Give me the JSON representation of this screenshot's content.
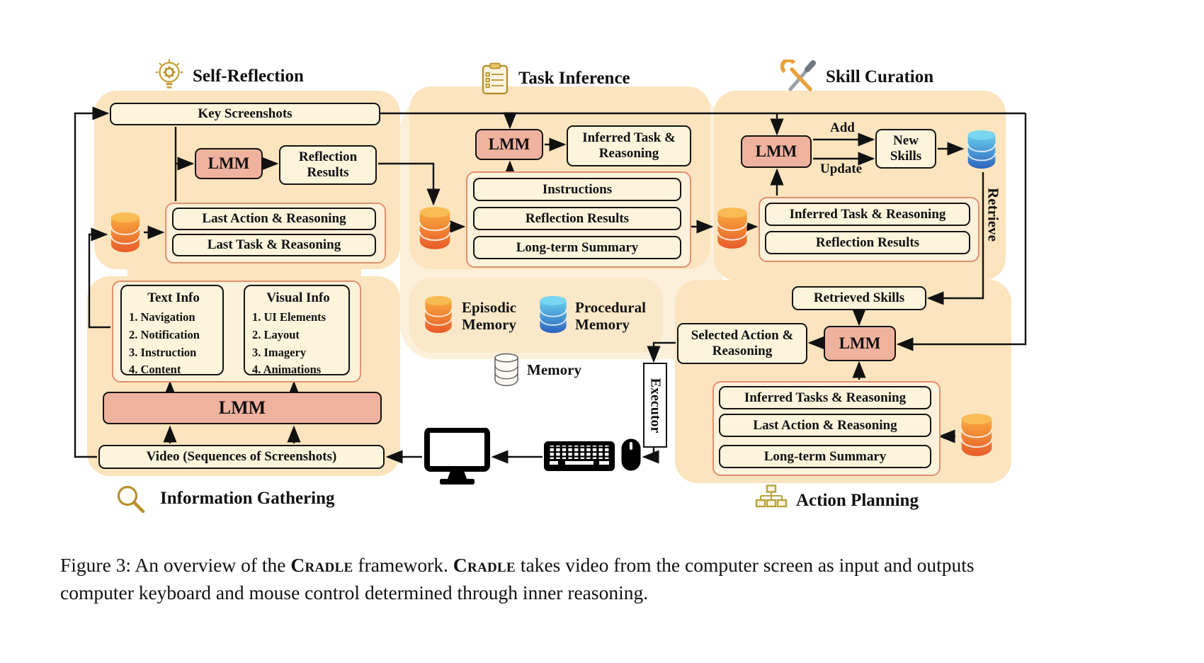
{
  "sr": {
    "title": "Self-Reflection",
    "key_screenshots": "Key Screenshots",
    "lmm": "LMM",
    "reflection_results": "Reflection Results",
    "last_action": "Last Action & Reasoning",
    "last_task": "Last Task & Reasoning"
  },
  "ti": {
    "title": "Task Inference",
    "lmm": "LMM",
    "inferred_task": "Inferred Task & Reasoning",
    "instructions": "Instructions",
    "reflection_results": "Reflection Results",
    "long_term_summary": "Long-term Summary"
  },
  "sc": {
    "title": "Skill Curation",
    "lmm": "LMM",
    "add": "Add",
    "update": "Update",
    "new_skills": "New Skills",
    "retrieve": "Retrieve",
    "inferred_task": "Inferred Task & Reasoning",
    "reflection_results": "Reflection Results"
  },
  "ig": {
    "title": "Information Gathering",
    "text_info_title": "Text Info",
    "text_info_items": [
      "1. Navigation",
      "2. Notification",
      "3. Instruction",
      "4. Content"
    ],
    "visual_info_title": "Visual Info",
    "visual_info_items": [
      "1. UI Elements",
      "2. Layout",
      "3. Imagery",
      "4. Animations"
    ],
    "lmm": "LMM",
    "video": "Video (Sequences of Screenshots)"
  },
  "ap": {
    "title": "Action Planning",
    "retrieved_skills": "Retrieved Skills",
    "selected_action": "Selected Action & Reasoning",
    "lmm": "LMM",
    "inferred_tasks": "Inferred Tasks & Reasoning",
    "last_action": "Last Action & Reasoning",
    "long_term_summary": "Long-term Summary"
  },
  "memory": {
    "episodic": "Episodic Memory",
    "procedural": "Procedural Memory",
    "generic": "Memory"
  },
  "executor": {
    "label": "Executor"
  },
  "caption": {
    "prefix": "Figure 3: An overview of the ",
    "brand1": "Cradle",
    "middle": " framework. ",
    "brand2": "Cradle",
    "suffix": " takes video from the computer screen as input and outputs computer keyboard and mouse control determined through inner reasoning."
  },
  "icons": {
    "self_reflection": "gear-lightbulb-icon",
    "task_inference": "clipboard-checklist-icon",
    "skill_curation": "crossed-tools-icon",
    "information_gathering": "magnifier-icon",
    "action_planning": "flowchart-icon",
    "episodic_memory": "orange-database-icon",
    "procedural_memory": "blue-database-icon",
    "memory": "database-icon",
    "screen": "monitor-icon",
    "keyboard": "keyboard-icon",
    "mouse": "mouse-icon"
  },
  "colors": {
    "panel": "#FBE4BE",
    "box_fill": "#FDF4DC",
    "lmm_fill": "#EFB29E",
    "group_border": "#E1906F",
    "episodic_top": "#F8A83E",
    "episodic_bottom": "#E85C2A",
    "procedural_top": "#66CDEC",
    "procedural_bottom": "#2D63BE"
  }
}
